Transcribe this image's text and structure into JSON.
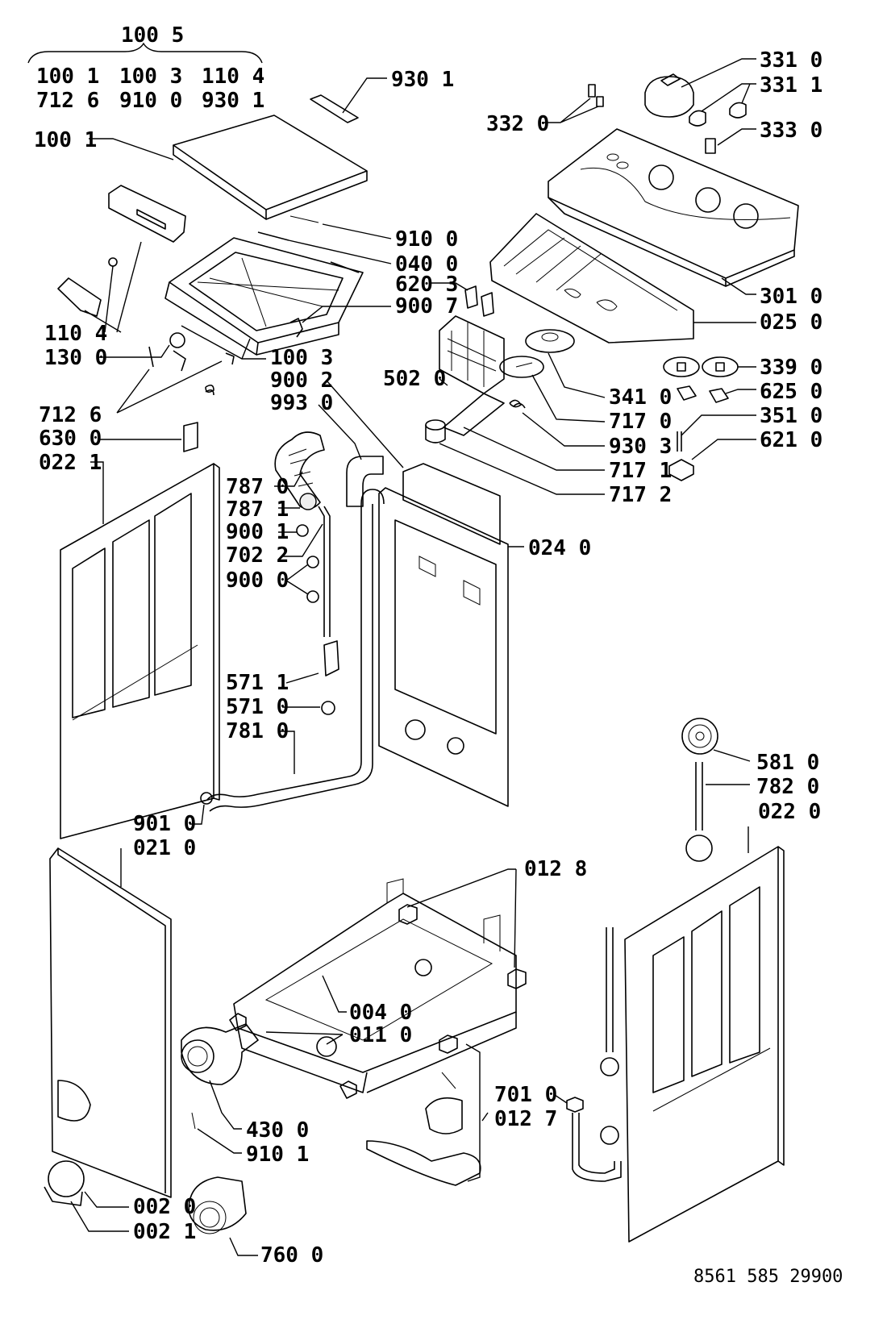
{
  "labels": {
    "l1005": "100 5",
    "l1001a": "100 1",
    "l1003a": "100 3",
    "l1104a": "110 4",
    "l7126a": "712 6",
    "l9100a": "910 0",
    "l9301a": "930 1",
    "l9301b": "930 1",
    "l1001b": "100 1",
    "l9100b": "910 0",
    "l0400": "040 0",
    "l6203": "620 3",
    "l9007": "900 7",
    "l1104b": "110 4",
    "l1300": "130 0",
    "l1003b": "100 3",
    "l9002": "900 2",
    "l9930": "993 0",
    "l5020": "502 0",
    "l7126b": "712 6",
    "l6300": "630 0",
    "l0221": "022 1",
    "l7870": "787 0",
    "l7871": "787 1",
    "l9001": "900 1",
    "l7022": "702 2",
    "l9000": "900 0",
    "l5711": "571 1",
    "l5710": "571 0",
    "l7810": "781 0",
    "l9010": "901 0",
    "l0210": "021 0",
    "l3310": "331 0",
    "l3311": "331 1",
    "l3320": "332 0",
    "l3330": "333 0",
    "l3010": "301 0",
    "l0250": "025 0",
    "l3390": "339 0",
    "l3410": "341 0",
    "l6250": "625 0",
    "l7170": "717 0",
    "l3510": "351 0",
    "l9303": "930 3",
    "l6210": "621 0",
    "l7171": "717 1",
    "l7172": "717 2",
    "l0240": "024 0",
    "l5810": "581 0",
    "l7820": "782 0",
    "l0220": "022 0",
    "l0128": "012 8",
    "l0040": "004 0",
    "l0110": "011 0",
    "l7010": "701 0",
    "l0127": "012 7",
    "l4300": "430 0",
    "l9101": "910 1",
    "l0020": "002 0",
    "l0021": "002 1",
    "l7600": "760 0",
    "docnum": "8561 585 29900"
  }
}
